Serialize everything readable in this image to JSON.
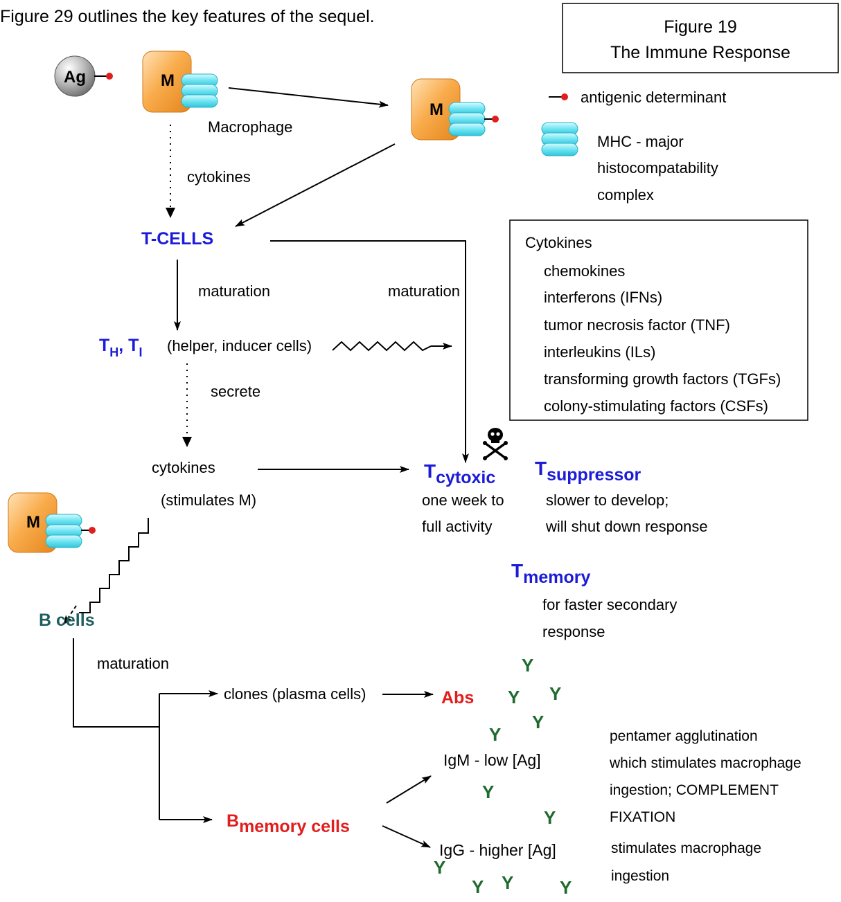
{
  "intro_text": "Figure 29 outlines the key features of the sequel.",
  "figure_box": {
    "line1": "Figure 19",
    "line2": "The Immune Response"
  },
  "legend": {
    "antigenic": "antigenic determinant",
    "mhc_line1": "MHC - major",
    "mhc_line2": "histocompatability",
    "mhc_line3": "complex"
  },
  "cells": {
    "ag": "Ag",
    "m": "M",
    "macrophage": "Macrophage"
  },
  "labels": {
    "cytokines_top": "cytokines",
    "tcells": "T-CELLS",
    "maturation_left": "maturation",
    "maturation_right": "maturation",
    "th": "T",
    "th_sub": "H",
    "ti_sep": ", T",
    "ti_sub": "I",
    "helper": "(helper, inducer cells)",
    "secrete": "secrete",
    "cytokines_mid": "cytokines",
    "stimulates_m": "(stimulates M)",
    "tcyto": "T",
    "tcyto_sub": "cytoxic",
    "tcyto_desc1": "one week to",
    "tcyto_desc2": "full activity",
    "tsupp": "T",
    "tsupp_sub": "suppressor",
    "tsupp_desc1": "slower to develop;",
    "tsupp_desc2": "will shut down response",
    "tmem": "T",
    "tmem_sub": "memory",
    "tmem_desc1": "for faster secondary",
    "tmem_desc2": "response",
    "bcells": "B cells",
    "maturation_b": "maturation",
    "clones": "clones (plasma cells)",
    "abs": "Abs",
    "bmem": "B",
    "bmem_sub": "memory cells",
    "igm": "IgM  - low [Ag]",
    "igg": "IgG  - higher [Ag]",
    "pentamer1": "pentamer agglutination",
    "pentamer2": "which stimulates macrophage",
    "pentamer3": "ingestion; COMPLEMENT",
    "pentamer4": "FIXATION",
    "stim1": "stimulates macrophage",
    "stim2": "ingestion",
    "y": "Y"
  },
  "cytokine_box": {
    "title": "Cytokines",
    "items": [
      "chemokines",
      "interferons (IFNs)",
      "tumor necrosis factor (TNF)",
      "interleukins (ILs)",
      "transforming growth factors (TGFs)",
      "colony-stimulating factors (CSFs)"
    ]
  },
  "colors": {
    "tcell_blue": "#1c1cd8",
    "bcell_teal": "#1f5e5e",
    "alert_red": "#e21d1d",
    "antibody_green": "#1f6b2e",
    "macrophage_orange": "#f6a03c",
    "mhc_cyan": "#7fe8f4"
  },
  "icons": {
    "toxic": "skull-crossbones-icon",
    "antibody": "y-glyph"
  }
}
